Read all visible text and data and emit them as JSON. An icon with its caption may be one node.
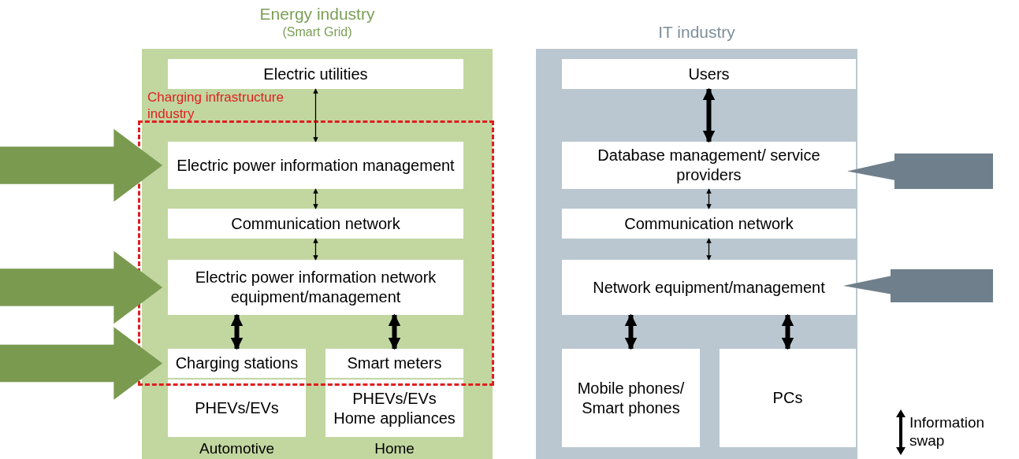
{
  "diagram": {
    "nodes": [
      {
        "text": [
          "Energy industry",
          "(Smart Grid)"
        ]
      },
      {
        "text": [
          "Electric utilities"
        ],
        "in": 0
      },
      {
        "text": [
          "Charging infrastructure industry"
        ],
        "in": 0
      },
      {
        "text": [
          "Electric power information management"
        ],
        "in": 2
      },
      {
        "text": [
          "Communication network"
        ],
        "in": 2
      },
      {
        "text": [
          "Electric power information network equipment/management"
        ],
        "in": 2
      },
      {
        "text": [
          "Charging stations"
        ],
        "in": 2
      },
      {
        "text": [
          "Smart meters"
        ],
        "in": 2
      },
      {
        "text": [
          "PHEVs/EVs"
        ],
        "in": 0,
        "beside": [
          "Automotive"
        ]
      },
      {
        "text": [
          "PHEVs/EVs",
          "Home appliances"
        ],
        "in": 0,
        "beside": [
          "Home"
        ]
      },
      {
        "text": [
          "IT industry"
        ]
      },
      {
        "text": [
          "Users"
        ],
        "in": 10
      },
      {
        "text": [
          "Database management/ service providers"
        ],
        "in": 10
      },
      {
        "text": [
          "Communication network"
        ],
        "in": 10
      },
      {
        "text": [
          "Network equipment/management"
        ],
        "in": 10
      },
      {
        "text": [
          "Mobile phones/ Smart phones"
        ],
        "in": 10
      },
      {
        "text": [
          "PCs"
        ],
        "in": 10
      },
      {
        "text": [],
        "shape": "callout"
      },
      {
        "text": [],
        "shape": "callout"
      }
    ],
    "edges": [
      {
        "from": 1,
        "to": 3,
        "arrow": "both"
      },
      {
        "from": 3,
        "to": 4,
        "arrow": "both"
      },
      {
        "from": 4,
        "to": 5,
        "arrow": "both"
      },
      {
        "from": 5,
        "to": 6,
        "arrow": "both",
        "style": "thick"
      },
      {
        "from": 5,
        "to": 7,
        "arrow": "both",
        "style": "thick"
      },
      {
        "from": 11,
        "to": 12,
        "arrow": "both",
        "style": "thick"
      },
      {
        "from": 12,
        "to": 13,
        "arrow": "both"
      },
      {
        "from": 13,
        "to": 14,
        "arrow": "both"
      },
      {
        "from": 14,
        "to": 15,
        "arrow": "both",
        "style": "thick"
      },
      {
        "from": 14,
        "to": 16,
        "arrow": "both",
        "style": "thick"
      },
      {
        "from": null,
        "to": 3,
        "arrow": "to",
        "color": "#7a9a50"
      },
      {
        "from": null,
        "to": 5,
        "arrow": "to",
        "color": "#7a9a50"
      },
      {
        "from": null,
        "to": 6,
        "arrow": "to",
        "color": "#7a9a50"
      }
    ],
    "legend": [
      {
        "text": "Information swap"
      }
    ]
  }
}
